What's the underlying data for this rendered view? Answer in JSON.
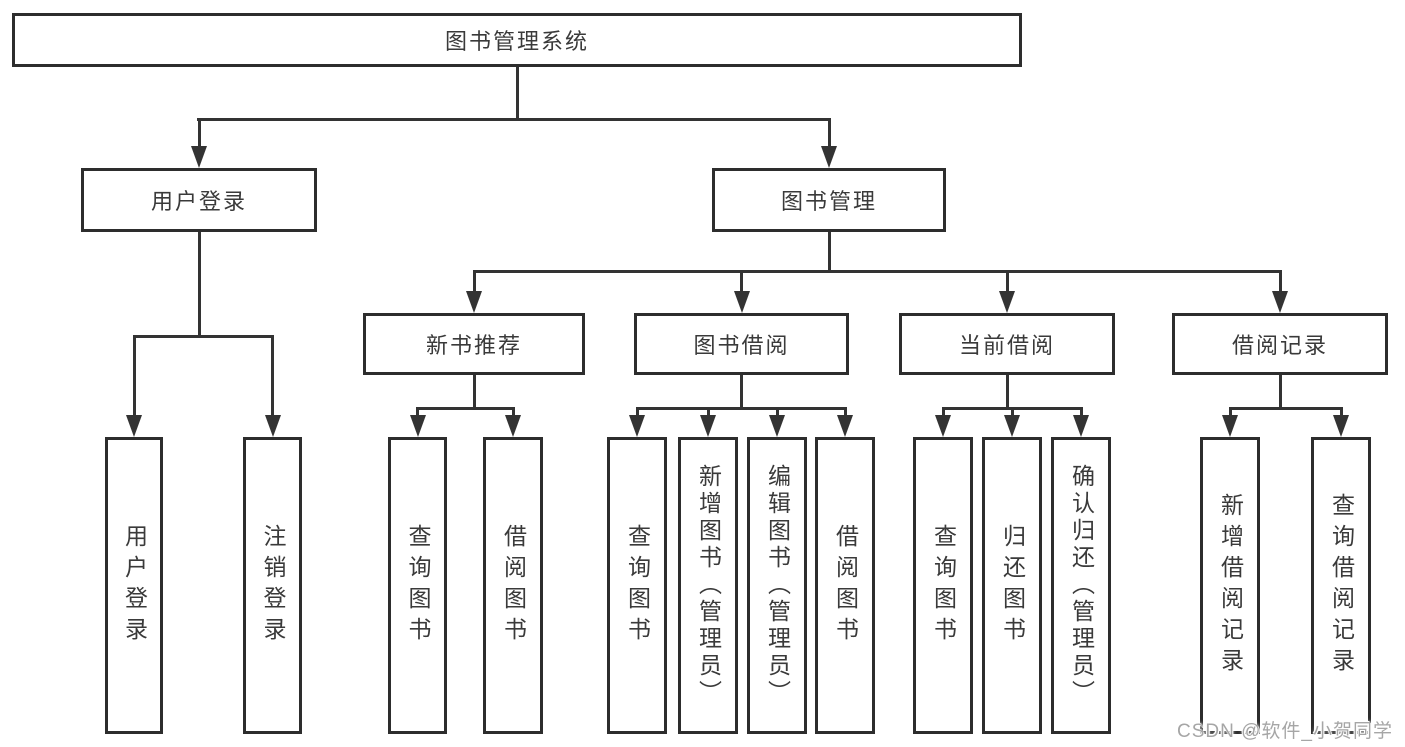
{
  "colors": {
    "line": "#333333",
    "box_border": "#2d2d2d",
    "text": "#3a3a3a",
    "watermark": "#a6a6a6",
    "background": "#ffffff"
  },
  "nodes": {
    "root": "图书管理系统",
    "l2": [
      "用户登录",
      "图书管理"
    ],
    "l3": [
      "新书推荐",
      "图书借阅",
      "当前借阅",
      "借阅记录"
    ],
    "leaves": [
      "用户登录",
      "注销登录",
      "查询图书",
      "借阅图书",
      "查询图书",
      "新增图书（管理员）",
      "编辑图书（管理员）",
      "借阅图书",
      "查询图书",
      "归还图书",
      "确认归还（管理员）",
      "新增借阅记录",
      "查询借阅记录"
    ]
  },
  "hierarchy": {
    "图书管理系统": [
      "用户登录",
      "图书管理"
    ],
    "用户登录": [
      "用户登录",
      "注销登录"
    ],
    "图书管理": [
      "新书推荐",
      "图书借阅",
      "当前借阅",
      "借阅记录"
    ],
    "新书推荐": [
      "查询图书",
      "借阅图书"
    ],
    "图书借阅": [
      "查询图书",
      "新增图书（管理员）",
      "编辑图书（管理员）",
      "借阅图书"
    ],
    "当前借阅": [
      "查询图书",
      "归还图书",
      "确认归还（管理员）"
    ],
    "借阅记录": [
      "新增借阅记录",
      "查询借阅记录"
    ]
  },
  "watermark": "CSDN @软件_小贺同学"
}
